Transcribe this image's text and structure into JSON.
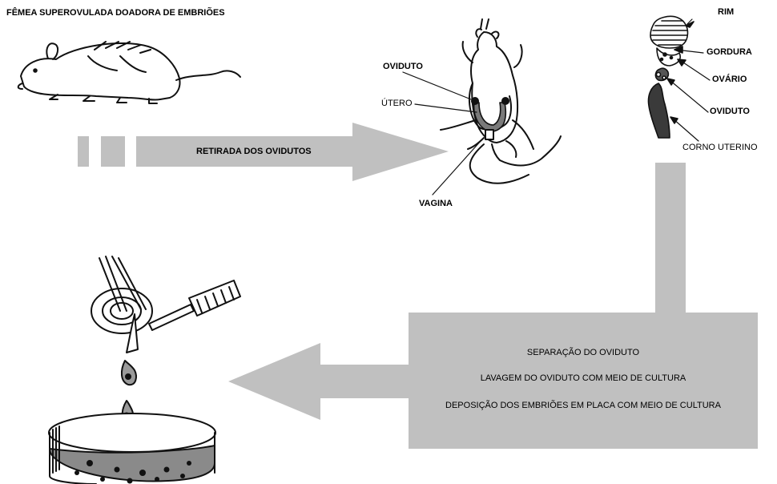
{
  "title": "FÊMEA SUPEROVULADA DOADORA DE EMBRIÕES",
  "arrow1_label": "RETIRADA DOS OVIDUTOS",
  "mouse_labels": {
    "oviduto": "OVIDUTO",
    "utero": "ÚTERO",
    "vagina": "VAGINA"
  },
  "organ_labels": {
    "rim": "RIM",
    "gordura": "GORDURA",
    "ovario": "OVÁRIO",
    "oviduto": "OVIDUTO",
    "corno_uterino": "CORNO UTERINO"
  },
  "steps": [
    "SEPARAÇÃO DO OVIDUTO",
    "LAVAGEM DO OVIDUTO COM MEIO DE CULTURA",
    "DEPOSIÇÃO DOS EMBRIÕES EM PLACA COM MEIO DE CULTURA"
  ],
  "colors": {
    "arrow_gray": "#c0c0c0",
    "ink": "#111111",
    "organ_dark": "#3a3a3a",
    "dish_medium": "#8a8a8a"
  }
}
